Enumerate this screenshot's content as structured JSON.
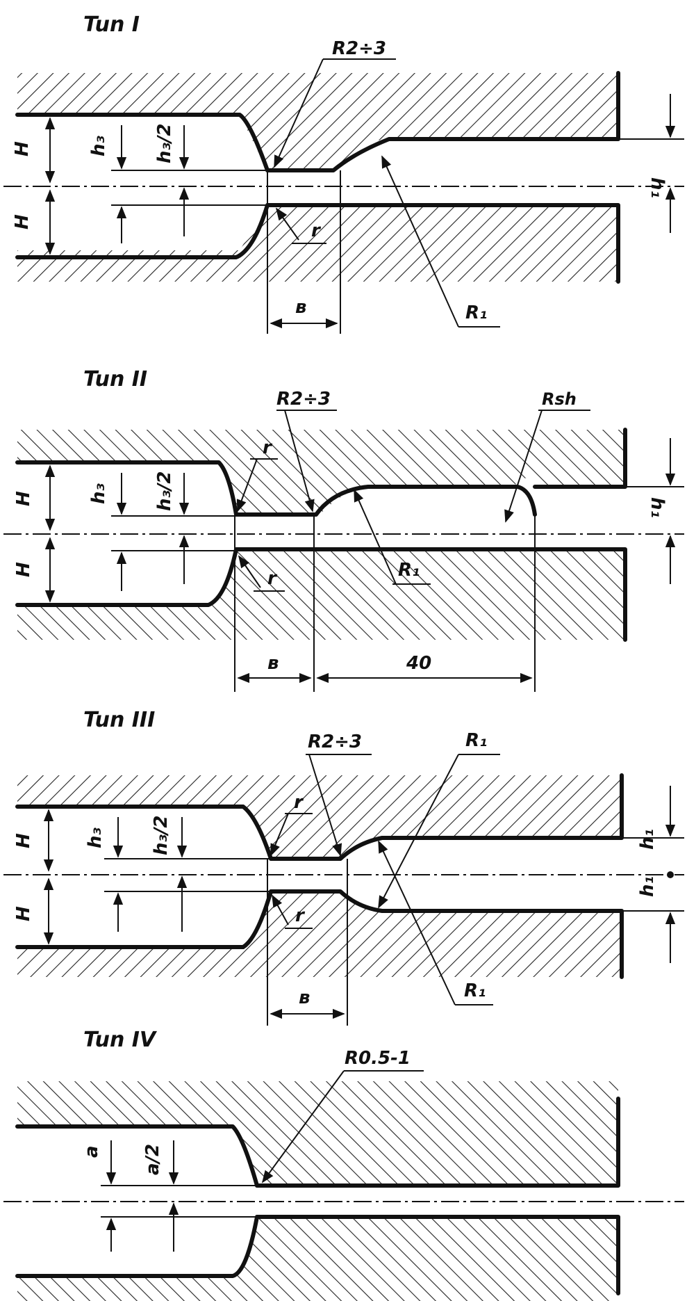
{
  "figures": [
    {
      "title": "Tun I",
      "labels": {
        "top_radius": "R2÷3",
        "h_left": "H",
        "h_left_lower": "H",
        "h3": "h₃",
        "h3_half": "h₃/2",
        "r_small": "r",
        "b": "в",
        "r1": "R₁",
        "h1": "h₁"
      }
    },
    {
      "title": "Tun II",
      "labels": {
        "top_radius": "R2÷3",
        "r_upper": "r",
        "rsh": "Rsh",
        "h_left": "H",
        "h_left_lower": "H",
        "h3": "h₃",
        "h3_half": "h₃/2",
        "r_lower": "r",
        "r1": "R₁",
        "h1": "h₁",
        "b": "в",
        "length": "40"
      }
    },
    {
      "title": "Tun III",
      "labels": {
        "top_radius": "R2÷3",
        "r1_top": "R₁",
        "r_upper": "r",
        "h_left": "H",
        "h_left_lower": "H",
        "h3": "h₃",
        "h3_half": "h₃/2",
        "r_lower": "r",
        "h1_top": "h₁",
        "h1_bottom": "h₁",
        "r1_bottom": "R₁",
        "b": "в"
      }
    },
    {
      "title": "Tun IV",
      "labels": {
        "top_radius": "R0.5-1",
        "a": "a",
        "a_half": "a/2"
      }
    }
  ],
  "colors": {
    "ink": "#111111",
    "paper": "#ffffff"
  }
}
